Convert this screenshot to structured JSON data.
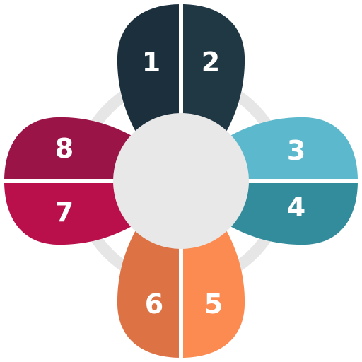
{
  "diagram": {
    "ring_color": "#e6e6e6",
    "center_color": "#e8e8e8",
    "divider_color": "#ffffff",
    "segments": [
      {
        "id": "1",
        "label": "1",
        "color": "#1b2f3c"
      },
      {
        "id": "2",
        "label": "2",
        "color": "#203744"
      },
      {
        "id": "3",
        "label": "3",
        "color": "#5cb8cc"
      },
      {
        "id": "4",
        "label": "4",
        "color": "#338c9b"
      },
      {
        "id": "5",
        "label": "5",
        "color": "#fb8b51"
      },
      {
        "id": "6",
        "label": "6",
        "color": "#dd7345"
      },
      {
        "id": "7",
        "label": "7",
        "color": "#b90f4b"
      },
      {
        "id": "8",
        "label": "8",
        "color": "#9b1448"
      }
    ]
  }
}
